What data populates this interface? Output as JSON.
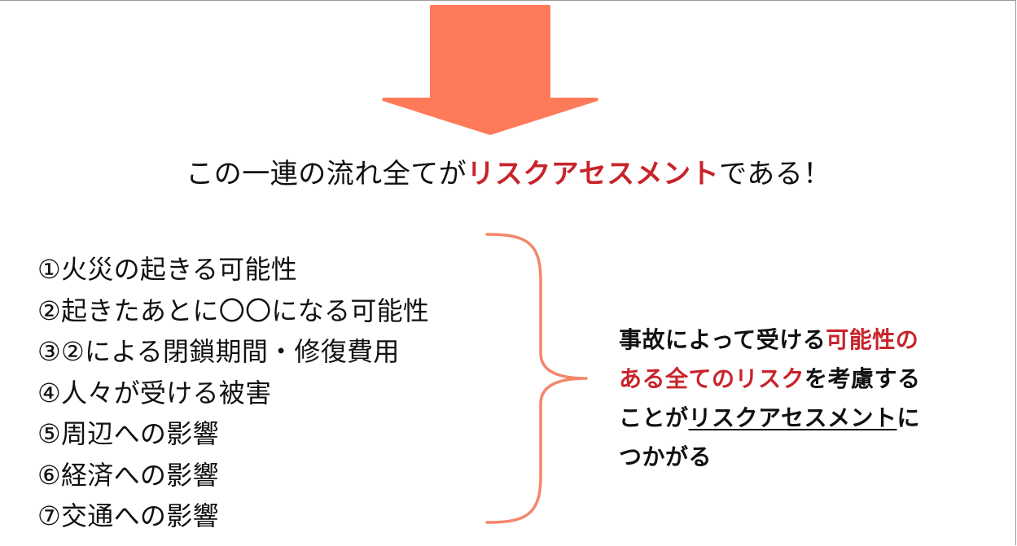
{
  "headline": {
    "before": "この一連の流れ全てが",
    "accent": "リスクアセスメント",
    "after": "である！"
  },
  "items": [
    "①火災の起きる可能性",
    "②起きたあとに〇〇になる可能性",
    "③②による閉鎖期間・修復費用",
    "④人々が受ける被害",
    "⑤周辺への影響",
    "⑥経済への影響",
    "⑦交通への影響"
  ],
  "summary": {
    "l1_a": "事故によって受ける",
    "l1_b": "可能性の",
    "l2_a": "ある全てのリスク",
    "l2_b": "を考慮する",
    "l3_a": "ことが",
    "l3_b": "リスクアセスメント",
    "l3_c": "に",
    "l4": "つかがる"
  },
  "colors": {
    "arrow": "#ff7a59",
    "brace": "#f4876b",
    "accent_text": "#c8242b"
  },
  "icons": {
    "arrow": "down-arrow-icon",
    "brace": "right-curly-brace"
  }
}
